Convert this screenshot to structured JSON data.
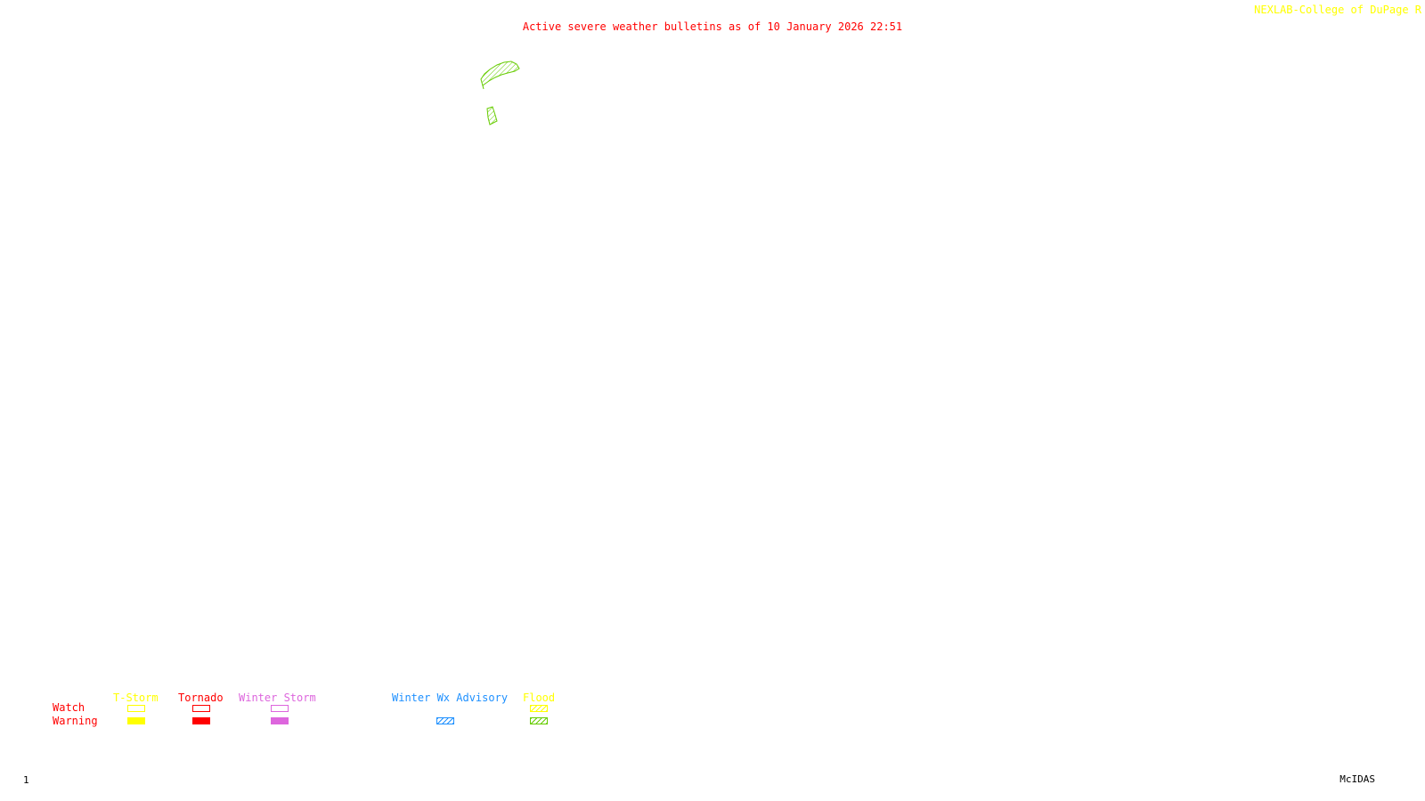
{
  "title": "Active severe weather bulletins as of 10 January 2026 22:51",
  "credit": "NEXLAB-College of DuPage R",
  "frame_number": "1",
  "brand": "McIDAS",
  "colors": {
    "title": "#ff0000",
    "credit": "#ffff00",
    "tstorm": "#ffff00",
    "tornado": "#ff0000",
    "winter_storm": "#dd66dd",
    "winter_wx_advisory": "#1e90ff",
    "flood": "#66cc00",
    "flood_watch": "#ffff00"
  },
  "legend": {
    "row_labels": {
      "watch": "Watch",
      "warning": "Warning"
    },
    "categories": [
      {
        "name": "T-Storm",
        "watch_style": "outline",
        "warning_style": "filled"
      },
      {
        "name": "Tornado",
        "watch_style": "outline",
        "warning_style": "filled"
      },
      {
        "name": "Winter Storm",
        "watch_style": "outline",
        "warning_style": "filled"
      },
      {
        "name": "Winter Wx Advisory",
        "watch_style": "none",
        "warning_style": "hatched"
      },
      {
        "name": "Flood",
        "watch_style": "hatched",
        "warning_style": "hatched"
      }
    ]
  },
  "active_areas": [
    {
      "category": "Flood",
      "type": "warning",
      "style": "hatched"
    },
    {
      "category": "Flood",
      "type": "warning",
      "style": "hatched"
    }
  ]
}
